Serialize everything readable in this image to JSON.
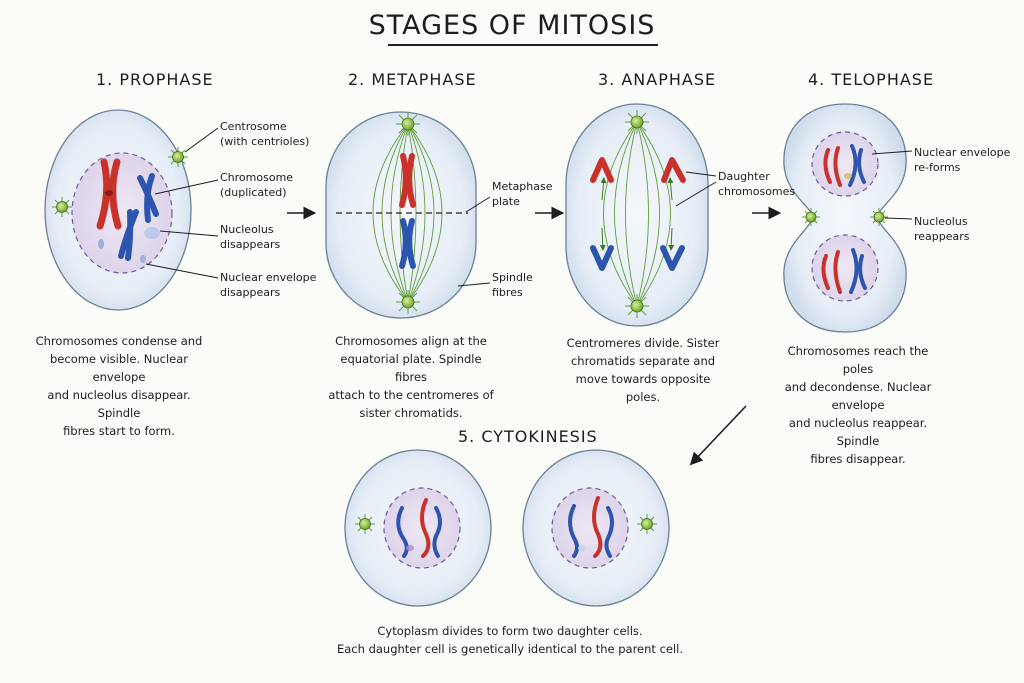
{
  "title": "STAGES OF MITOSIS",
  "stages": [
    {
      "title": "1. PROPHASE",
      "caption": [
        "Chromosomes condense and",
        "become visible. Nuclear envelope",
        "and nucleolus disappear. Spindle",
        "fibres start to form."
      ],
      "labels": [
        "Centrosome\n(with centrioles)",
        "Chromosome\n(duplicated)",
        "Nucleolus\ndisappears",
        "Nuclear envelope\ndisappears"
      ]
    },
    {
      "title": "2. METAPHASE",
      "caption": [
        "Chromosomes align at the",
        "equatorial plate. Spindle fibres",
        "attach to the centromeres of",
        "sister chromatids."
      ],
      "labels": [
        "Metaphase\nplate",
        "Spindle\nfibres"
      ]
    },
    {
      "title": "3. ANAPHASE",
      "caption": [
        "Centromeres divide. Sister",
        "chromatids separate and",
        "move towards opposite poles."
      ],
      "labels": [
        "Daughter\nchromosomes"
      ]
    },
    {
      "title": "4. TELOPHASE",
      "caption": [
        "Chromosomes reach the poles",
        "and decondense. Nuclear envelope",
        "and nucleolus reappear. Spindle",
        "fibres disappear."
      ],
      "labels": [
        "Nuclear envelope\nre-forms",
        "Nucleolus\nreappears"
      ]
    },
    {
      "title": "5. CYTOKINESIS",
      "caption": [
        "Cytoplasm divides to form two daughter cells.",
        "Each daughter cell is genetically identical to the parent cell."
      ],
      "labels": []
    }
  ],
  "colors": {
    "chromosome_red": "#c8322a",
    "chromosome_blue": "#2d55b0",
    "spindle": "#5f9e3a",
    "centrosome": "#8cc63f",
    "cell_fill": "#e6eef7",
    "nucleus_fill": "#e2d8ee",
    "nuclear_envelope": "#6e5aa0"
  }
}
